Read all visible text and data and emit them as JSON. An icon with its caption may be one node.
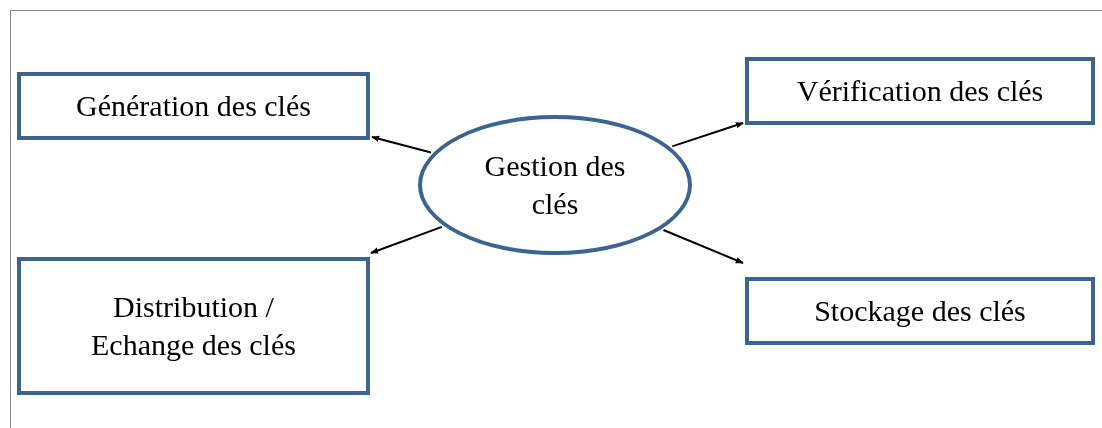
{
  "diagram": {
    "nodes": [
      {
        "text": [
          "Gestion des clés"
        ]
      },
      {
        "text": [
          "Génération des clés"
        ]
      },
      {
        "text": [
          "Vérification des clés"
        ]
      },
      {
        "text": [
          "Distribution / Echange des clés"
        ]
      },
      {
        "text": [
          "Stockage des clés"
        ]
      }
    ],
    "edges": [
      {
        "from": 0,
        "to": 1,
        "arrow": "to"
      },
      {
        "from": 0,
        "to": 2,
        "arrow": "to"
      },
      {
        "from": 0,
        "to": 3,
        "arrow": "to"
      },
      {
        "from": 0,
        "to": 4,
        "arrow": "to"
      }
    ]
  }
}
